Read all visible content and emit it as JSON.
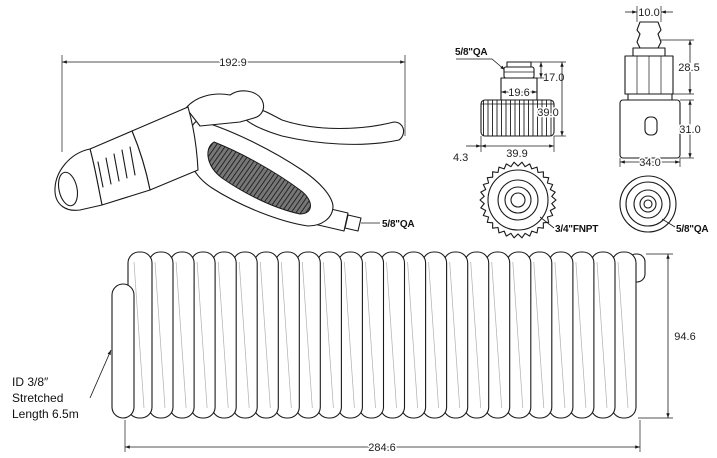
{
  "colors": {
    "line": "#1a1a1a",
    "background": "#ffffff",
    "grip": "#666666"
  },
  "nozzle": {
    "length_dim": "192.9",
    "inlet_label": "5/8\"QA"
  },
  "female_connector": {
    "inlet_label": "5/8\"QA",
    "fitting_height": "17.0",
    "neck_width": "19.6",
    "total_height": "39.0",
    "skirt": "4.3",
    "nut_width": "39.9",
    "thread_label": "3/4\"FNPT"
  },
  "male_connector": {
    "nipple_width": "10.0",
    "upper_height": "28.5",
    "lower_height": "31.0",
    "body_width": "34.0",
    "outlet_label": "5/8\"QA"
  },
  "hose": {
    "coil_height": "94.6",
    "coil_length": "284.6",
    "spec_lines": [
      "ID 3/8″",
      "Stretched",
      "Length 6.5m"
    ]
  }
}
